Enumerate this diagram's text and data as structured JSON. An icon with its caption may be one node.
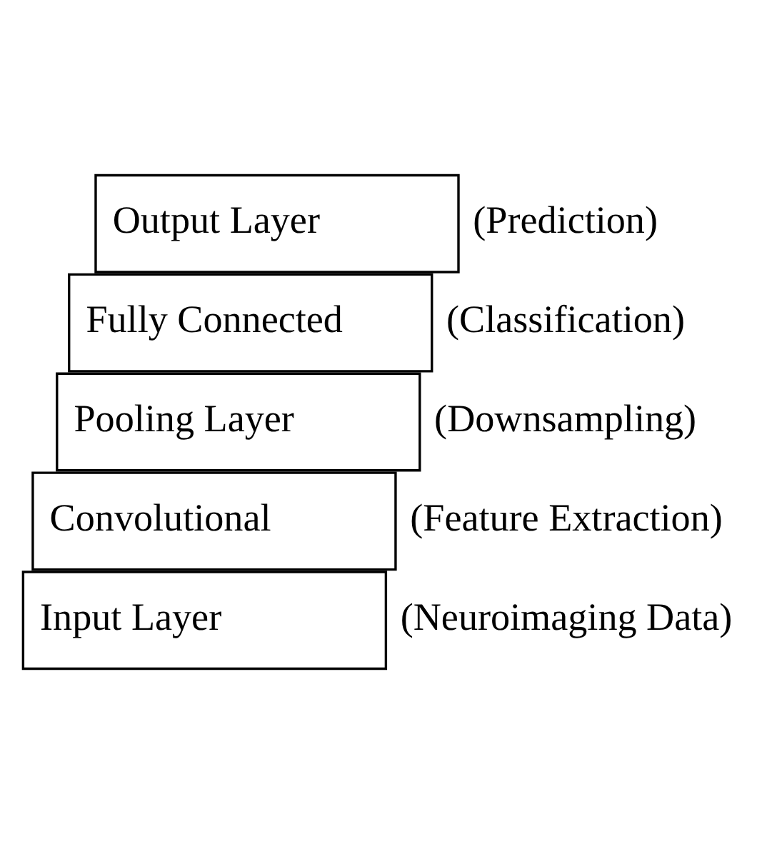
{
  "diagram": {
    "nodes": [
      {
        "text": [
          "Input Layer"
        ],
        "beside": [
          "(Neuroimaging Data)"
        ]
      },
      {
        "text": [
          "Convolutional"
        ],
        "beside": [
          "(Feature Extraction)"
        ]
      },
      {
        "text": [
          "Pooling Layer"
        ],
        "beside": [
          "(Downsampling)"
        ]
      },
      {
        "text": [
          "Fully Connected"
        ],
        "beside": [
          "(Classification)"
        ]
      },
      {
        "text": [
          "Output Layer"
        ],
        "beside": [
          "(Prediction)"
        ]
      }
    ]
  }
}
